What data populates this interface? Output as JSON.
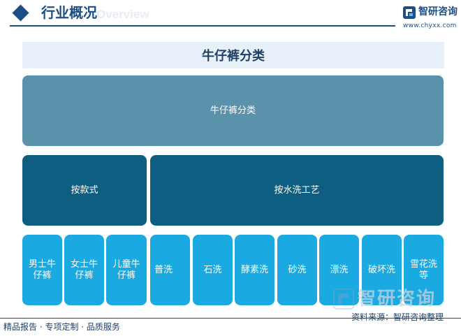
{
  "header": {
    "title": "行业概况",
    "ghost_text": "Overview",
    "brand_name": "智研咨询",
    "brand_url": "www.chyxx.com"
  },
  "diagram": {
    "title": "牛仔裤分类",
    "root": "牛仔裤分类",
    "groups": [
      {
        "label": "按款式",
        "items": [
          "男士牛\n仔裤",
          "女士牛\n仔裤",
          "儿童牛\n仔裤"
        ]
      },
      {
        "label": "按水洗工艺",
        "items": [
          "普洗",
          "石洗",
          "酵素洗",
          "砂洗",
          "漂洗",
          "破坏洗",
          "雪花洗\n等"
        ]
      }
    ]
  },
  "footer": {
    "services": "精品报告 · 专项定制 · 品质服务",
    "source": "资料来源：智研咨询整理"
  },
  "watermark": {
    "text": "智研咨询"
  },
  "colors": {
    "brand": "#1e4e86",
    "root_box": "#5a92ab",
    "group_box": "#0e5e82",
    "leaf_box": "#1ba9e2",
    "title_band": "#e7f0f8"
  }
}
